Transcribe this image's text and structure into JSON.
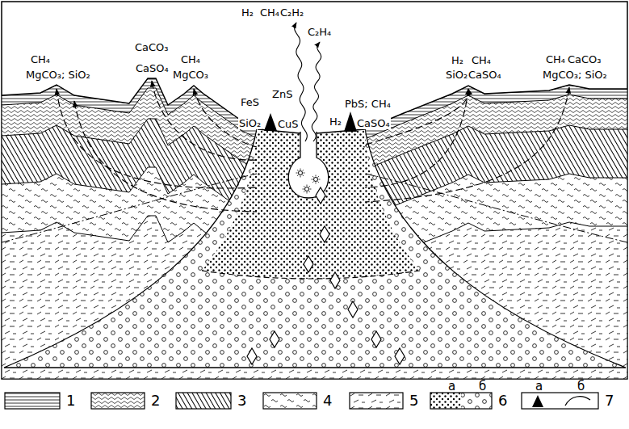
{
  "diagram": {
    "labels": [
      "H₂",
      "CH₄",
      "C₂H₂",
      "C₂H₄",
      "CH₄",
      "MgCO₃; SiO₂",
      "CaCO₃",
      "CaSO₄",
      "CH₄",
      "MgCO₃",
      "FeS",
      "ZnS",
      "SiO₂",
      "CuS",
      "PbS; CH₄",
      "H₂",
      "CaSO₄",
      "H₂",
      "CH₄",
      "SiO₂",
      "CaSO₄",
      "CH₄",
      "CaCO₃",
      "MgCO₃; SiO₂",
      "а",
      "б",
      "а",
      "б"
    ],
    "legend": [
      {
        "text": "1"
      },
      {
        "text": "2"
      },
      {
        "text": "3"
      },
      {
        "text": "4"
      },
      {
        "text": "5"
      },
      {
        "text": "6"
      },
      {
        "text": "7"
      }
    ]
  }
}
